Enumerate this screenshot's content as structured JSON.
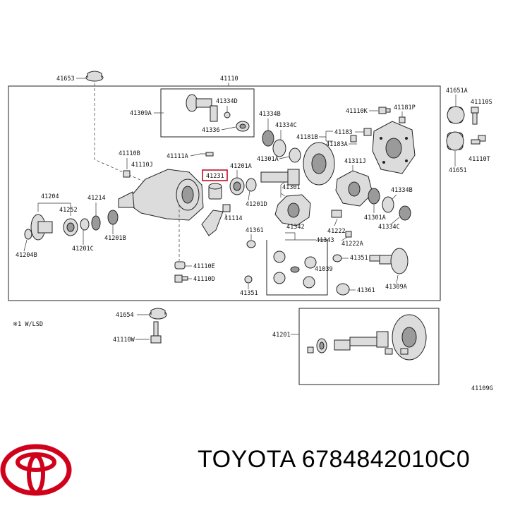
{
  "labels": {
    "l41653": "41653",
    "l41110": "41110",
    "l41651A": "41651A",
    "l41110S": "41110S",
    "l41334D": "41334D",
    "l41309A_top": "41309A",
    "l41336": "41336",
    "l41334B_top": "41334B",
    "l41334C_top": "41334C",
    "l41110K": "41110K",
    "l41181P": "41181P",
    "l41181B": "41181B",
    "l41183": "41183",
    "l41183A": "41183A",
    "l41110T": "41110T",
    "l41651": "41651",
    "l41110B": "41110B",
    "l41110J": "41110J",
    "l41111A": "41111A",
    "l41231": "41231",
    "l41201A": "41201A",
    "l41301A_top": "41301A",
    "l41311J": "41311J",
    "l41301": "41301",
    "l41201D": "41201D",
    "l41204": "41204",
    "l41252": "41252",
    "l41214": "41214",
    "l41114": "41114",
    "l41334B_r": "41334B",
    "l41301A_r": "41301A",
    "l41334C_r": "41334C",
    "l41204B": "41204B",
    "l41201C": "41201C",
    "l41201B": "41201B",
    "l41361_top": "41361",
    "l41342": "41342",
    "l41222": "41222",
    "l41343": "41343",
    "l41222A": "41222A",
    "l41351_r": "41351",
    "l41039": "41039",
    "l41110E": "41110E",
    "l41110D": "41110D",
    "l41351_b": "41351",
    "l41361_b": "41361",
    "l41309A_b": "41309A",
    "l41654": "41654",
    "l41110W": "41110W",
    "l41201": "41201",
    "note": "※1 W/LSD",
    "ref": "41109G"
  },
  "brand": {
    "caption": "TOYOTA 6784842010C0",
    "logo_name": "toyota-logo",
    "logo_color": "#d0021b"
  },
  "colors": {
    "highlight": "#c0102a"
  }
}
